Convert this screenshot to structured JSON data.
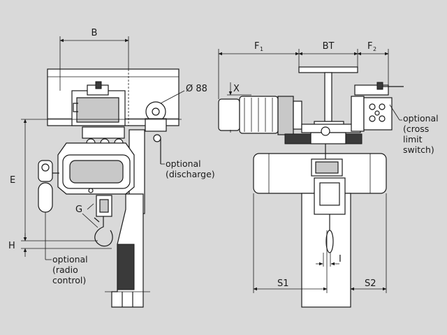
{
  "labels": {
    "B": "B",
    "diameter": "Ø 88",
    "E": "E",
    "G": "G",
    "H": "H",
    "F": "F",
    "F_sub1": "1",
    "BT": "BT",
    "F_sub2": "2",
    "X": "X",
    "S1": "S1",
    "S2": "S2",
    "I": "I"
  },
  "notes": {
    "discharge": [
      "optional",
      "(discharge)"
    ],
    "radio": [
      "optional",
      "(radio",
      "control)"
    ],
    "cross_limit": [
      "optional",
      "(cross",
      "limit",
      "switch)"
    ]
  },
  "colors": {
    "background": "#d9d9d9",
    "line": "#1a1a1a",
    "body": "#ffffff",
    "shade": "#c8c8c8"
  }
}
